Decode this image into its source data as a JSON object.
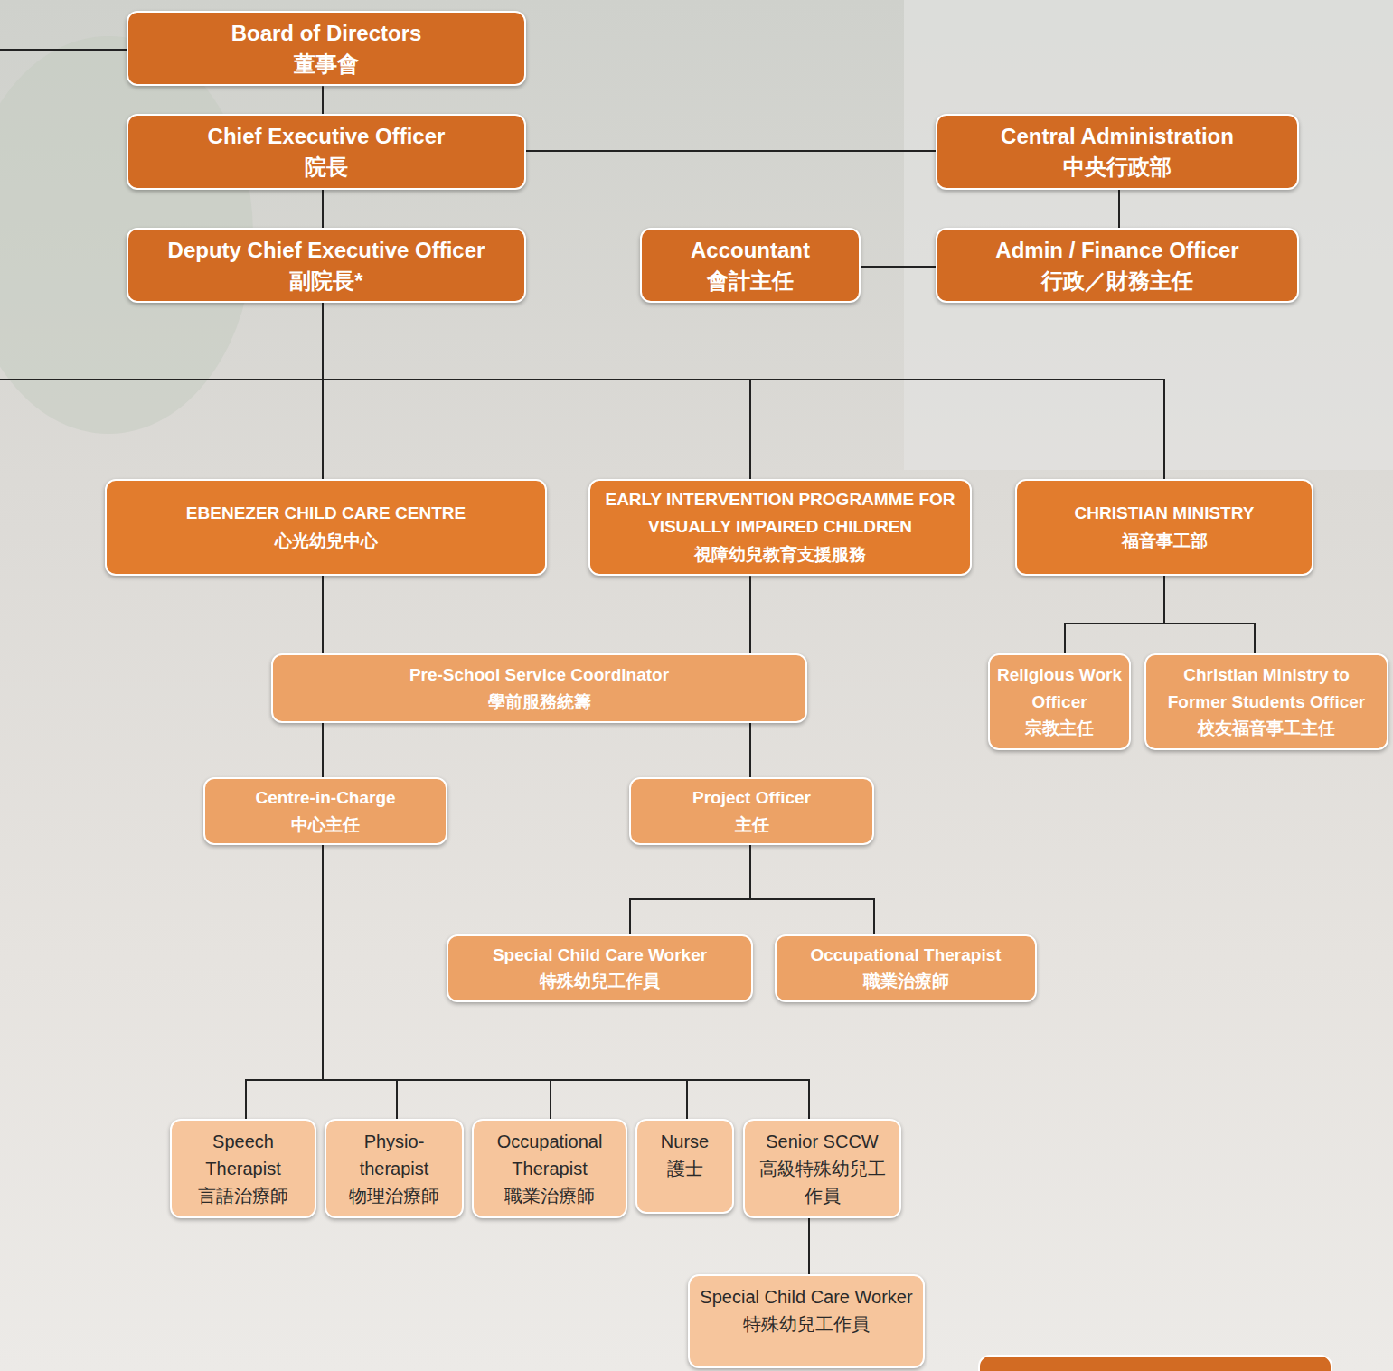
{
  "diagram": {
    "nodes": [
      {
        "text": [
          "Board of Directors",
          "董事會"
        ]
      },
      {
        "text": [
          "Chief Executive Officer",
          "院長"
        ]
      },
      {
        "text": [
          "Central Administration",
          "中央行政部"
        ]
      },
      {
        "text": [
          "Deputy Chief Executive Officer",
          "副院長*"
        ]
      },
      {
        "text": [
          "Accountant",
          "會計主任"
        ]
      },
      {
        "text": [
          "Admin / Finance Officer",
          "行政／財務主任"
        ]
      },
      {
        "text": [
          "EBENEZER CHILD CARE CENTRE",
          "心光幼兒中心"
        ]
      },
      {
        "text": [
          "EARLY INTERVENTION PROGRAMME FOR VISUALLY IMPAIRED CHILDREN",
          "視障幼兒教育支援服務"
        ]
      },
      {
        "text": [
          "CHRISTIAN MINISTRY",
          "福音事工部"
        ]
      },
      {
        "text": [
          "Pre-School Service Coordinator",
          "學前服務統籌"
        ]
      },
      {
        "text": [
          "Religious Work Officer",
          "宗教主任"
        ]
      },
      {
        "text": [
          "Christian Ministry to Former Students Officer",
          "校友福音事工主任"
        ]
      },
      {
        "text": [
          "Centre-in-Charge",
          "中心主任"
        ]
      },
      {
        "text": [
          "Project Officer",
          "主任"
        ]
      },
      {
        "text": [
          "Special Child Care Worker",
          "特殊幼兒工作員"
        ]
      },
      {
        "text": [
          "Occupational Therapist",
          "職業治療師"
        ]
      },
      {
        "text": [
          "Speech Therapist",
          "言語治療師"
        ]
      },
      {
        "text": [
          "Physio-therapist",
          "物理治療師"
        ]
      },
      {
        "text": [
          "Occupational Therapist",
          "職業治療師"
        ]
      },
      {
        "text": [
          "Nurse",
          "護士"
        ]
      },
      {
        "text": [
          "Senior SCCW",
          "高級特殊幼兒工作員"
        ]
      },
      {
        "text": [
          "Special Child Care Worker",
          "特殊幼兒工作員"
        ]
      }
    ],
    "edges": [
      {
        "from": 0,
        "to": 1,
        "arrow": "none"
      },
      {
        "from": 1,
        "to": 2,
        "arrow": "none"
      },
      {
        "from": 1,
        "to": 3,
        "arrow": "none"
      },
      {
        "from": 2,
        "to": 5,
        "arrow": "none"
      },
      {
        "from": 5,
        "to": 4,
        "arrow": "none"
      },
      {
        "from": 3,
        "to": 6,
        "arrow": "none"
      },
      {
        "from": 3,
        "to": 7,
        "arrow": "none"
      },
      {
        "from": 3,
        "to": 8,
        "arrow": "none"
      },
      {
        "from": 6,
        "to": 9,
        "arrow": "none"
      },
      {
        "from": 7,
        "to": 9,
        "arrow": "none"
      },
      {
        "from": 8,
        "to": 10,
        "arrow": "none"
      },
      {
        "from": 8,
        "to": 11,
        "arrow": "none"
      },
      {
        "from": 9,
        "to": 12,
        "arrow": "none"
      },
      {
        "from": 9,
        "to": 13,
        "arrow": "none"
      },
      {
        "from": 12,
        "to": 16,
        "arrow": "none"
      },
      {
        "from": 12,
        "to": 17,
        "arrow": "none"
      },
      {
        "from": 12,
        "to": 18,
        "arrow": "none"
      },
      {
        "from": 12,
        "to": 19,
        "arrow": "none"
      },
      {
        "from": 12,
        "to": 20,
        "arrow": "none"
      },
      {
        "from": 13,
        "to": 14,
        "arrow": "none"
      },
      {
        "from": 13,
        "to": 15,
        "arrow": "none"
      },
      {
        "from": 20,
        "to": 21,
        "arrow": "none"
      }
    ]
  }
}
